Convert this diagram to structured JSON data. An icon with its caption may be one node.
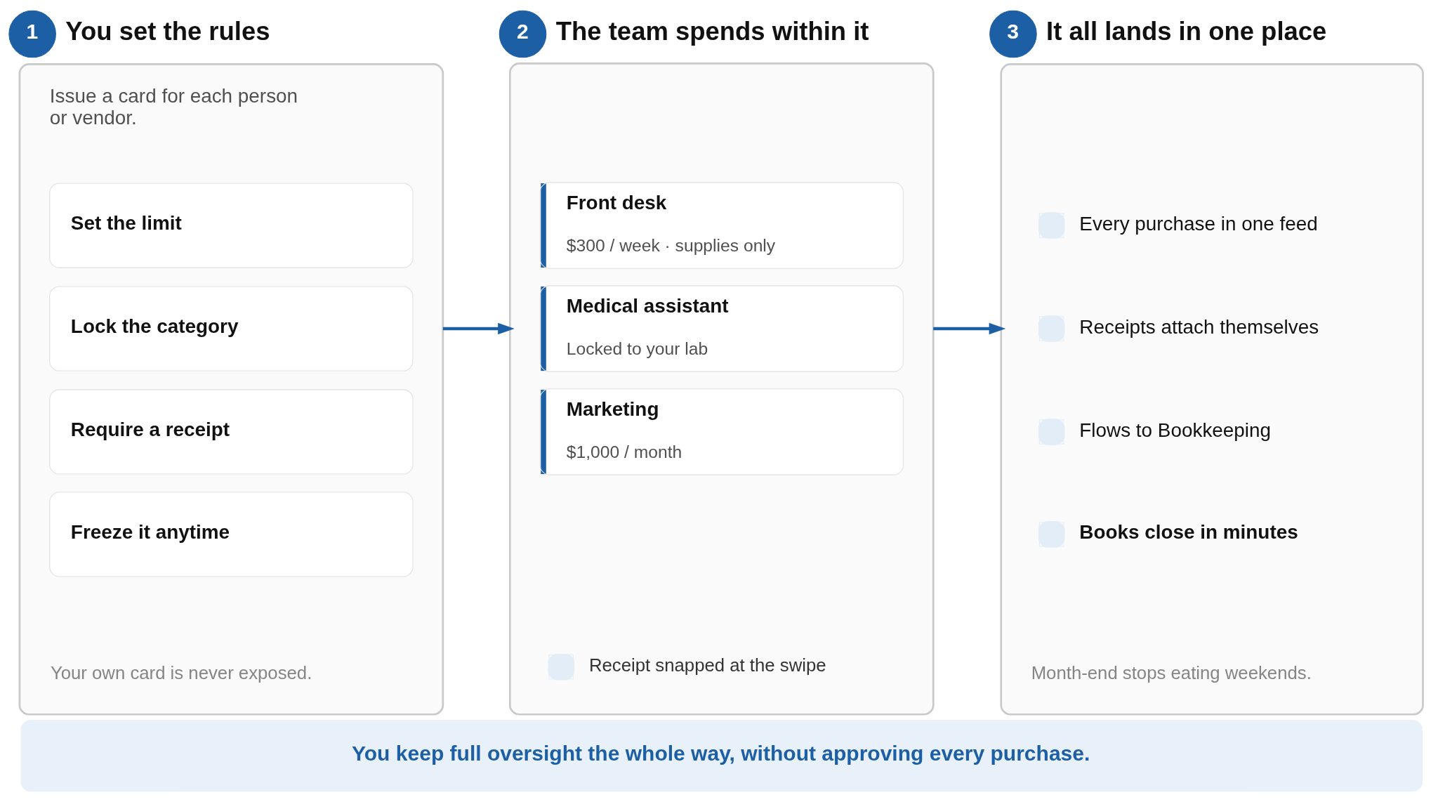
{
  "diagram": {
    "nodes": [
      {
        "text": [
          "1"
        ],
        "beside": [
          "You set the rules"
        ]
      },
      {
        "text": [
          "Issue a card for each person or vendor.",
          "Your own card is never exposed."
        ]
      },
      {
        "text": [
          "Set the limit"
        ],
        "in": 1
      },
      {
        "text": [
          "Lock the category"
        ],
        "in": 1
      },
      {
        "text": [
          "Require a receipt"
        ],
        "in": 1
      },
      {
        "text": [
          "Freeze it anytime"
        ],
        "in": 1
      },
      {
        "text": [
          "2"
        ],
        "beside": [
          "The team spends within it"
        ]
      },
      {
        "text": [
          "Receipt snapped at the swipe"
        ]
      },
      {
        "text": [
          "Front desk",
          "$300 / week · supplies only"
        ],
        "in": 7
      },
      {
        "text": [
          "Medical assistant",
          "Locked to your lab"
        ],
        "in": 7
      },
      {
        "text": [
          "Marketing",
          "$1,000 / month"
        ],
        "in": 7
      },
      {
        "text": [
          "3"
        ],
        "beside": [
          "It all lands in one place"
        ]
      },
      {
        "text": [
          "Every purchase in one feed",
          "Receipts attach themselves",
          "Flows to Bookkeeping",
          "Books close in minutes",
          "Month-end stops eating weekends."
        ]
      },
      {
        "text": [
          "You keep full oversight the whole way, without approving every purchase."
        ]
      }
    ],
    "edges": [
      {
        "from": 1,
        "to": 7,
        "arrow": "to"
      },
      {
        "from": 7,
        "to": 12,
        "arrow": "to"
      }
    ]
  }
}
